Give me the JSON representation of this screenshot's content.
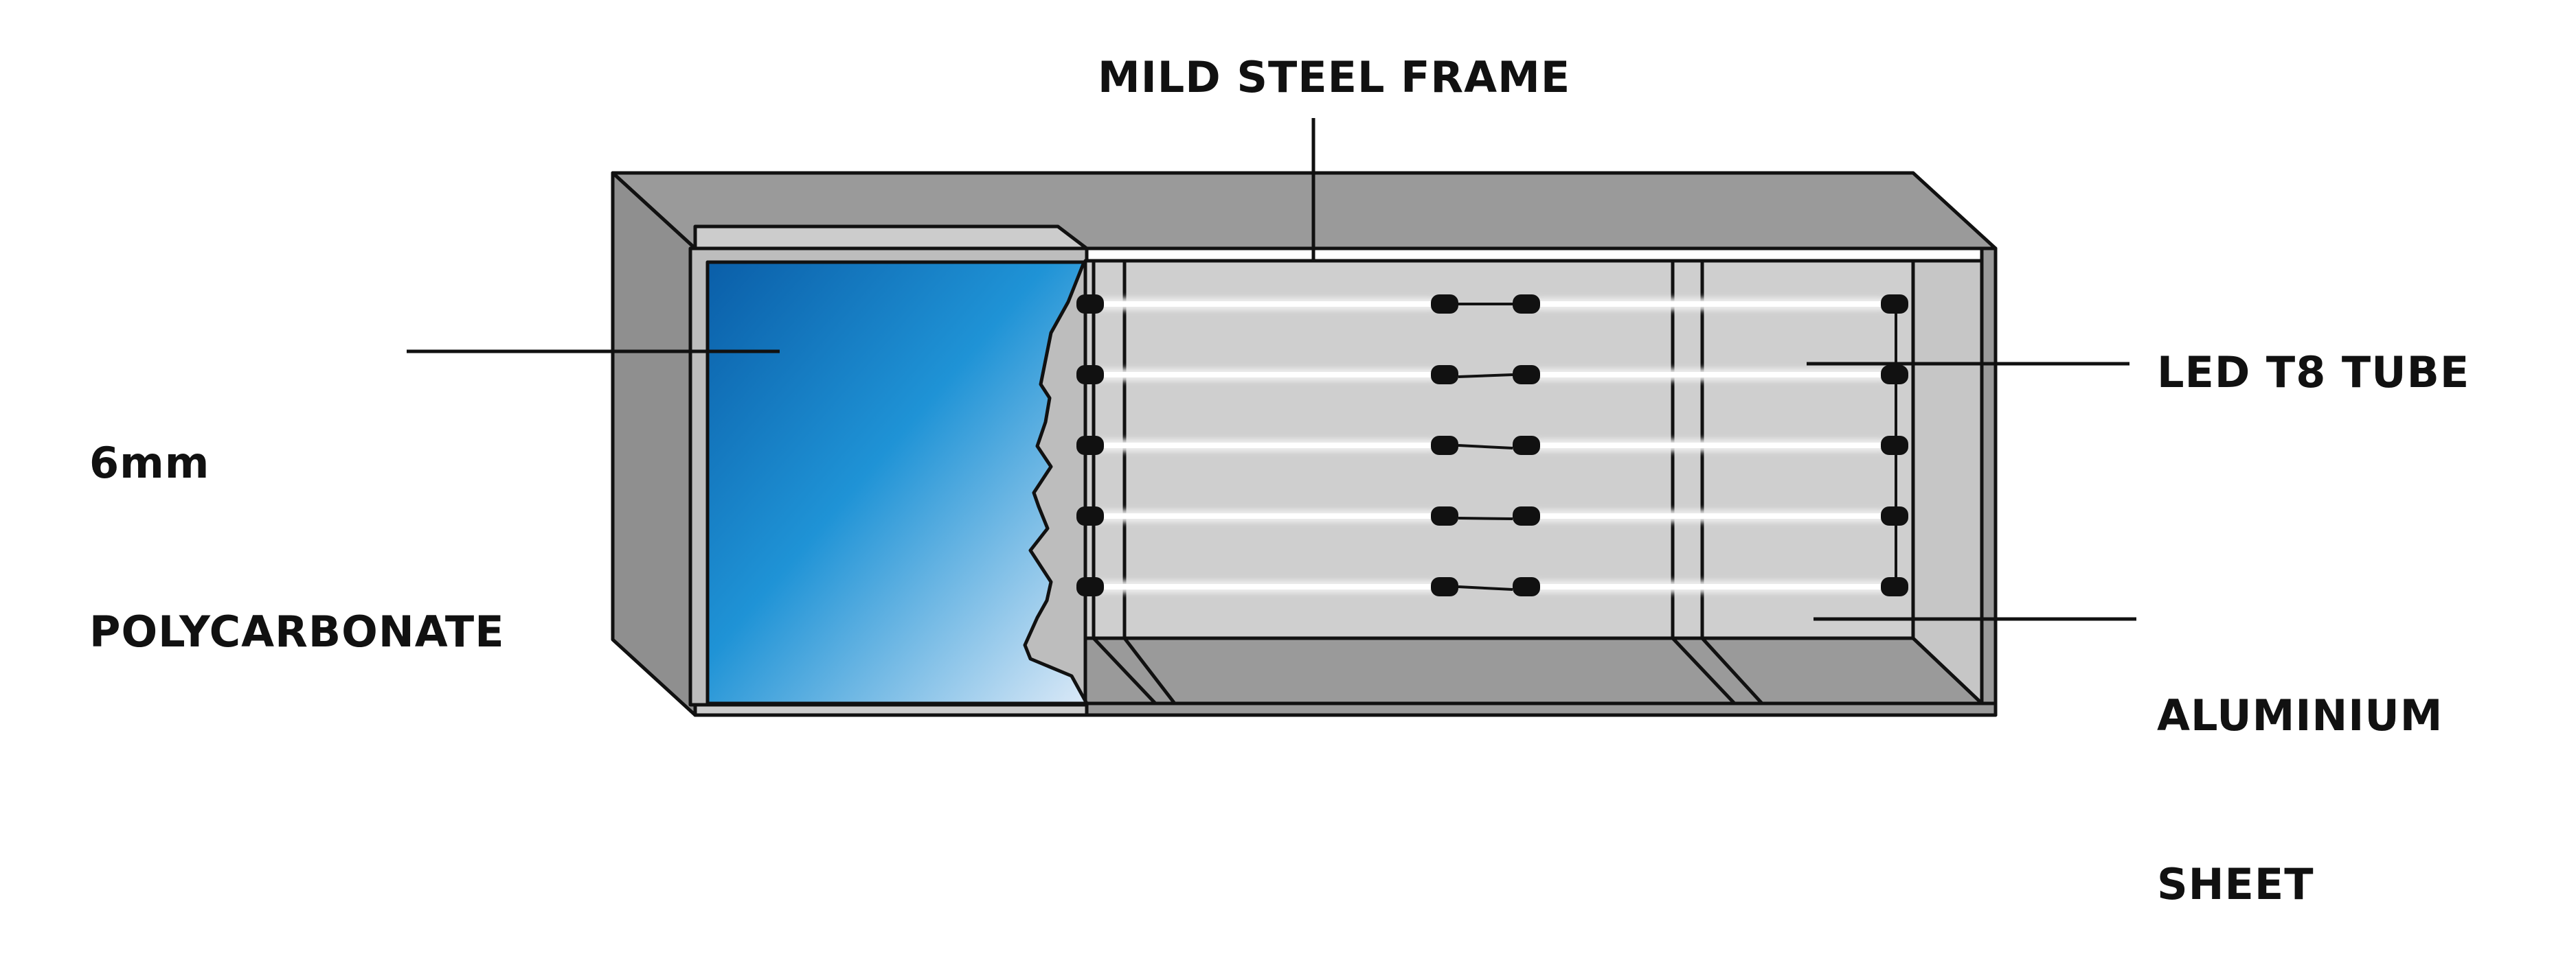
{
  "labels": {
    "frame": "MILD STEEL FRAME",
    "polycarbonate_line1": "6mm",
    "polycarbonate_line2": "POLYCARBONATE",
    "led": "LED T8 TUBE",
    "sheet_line1": "ALUMINIUM",
    "sheet_line2": "SHEET"
  },
  "colors": {
    "frame_dark": "#8e8e8e",
    "frame_mid": "#9a9a9a",
    "frame_light": "#cccccc",
    "sheet": "#cfcfcf",
    "poly_dark": "#0b63ad",
    "poly_light": "#d5e6f6",
    "outline": "#111111",
    "tube_glow": "#ffffff",
    "cap": "#111111"
  },
  "tube_rows": 5
}
